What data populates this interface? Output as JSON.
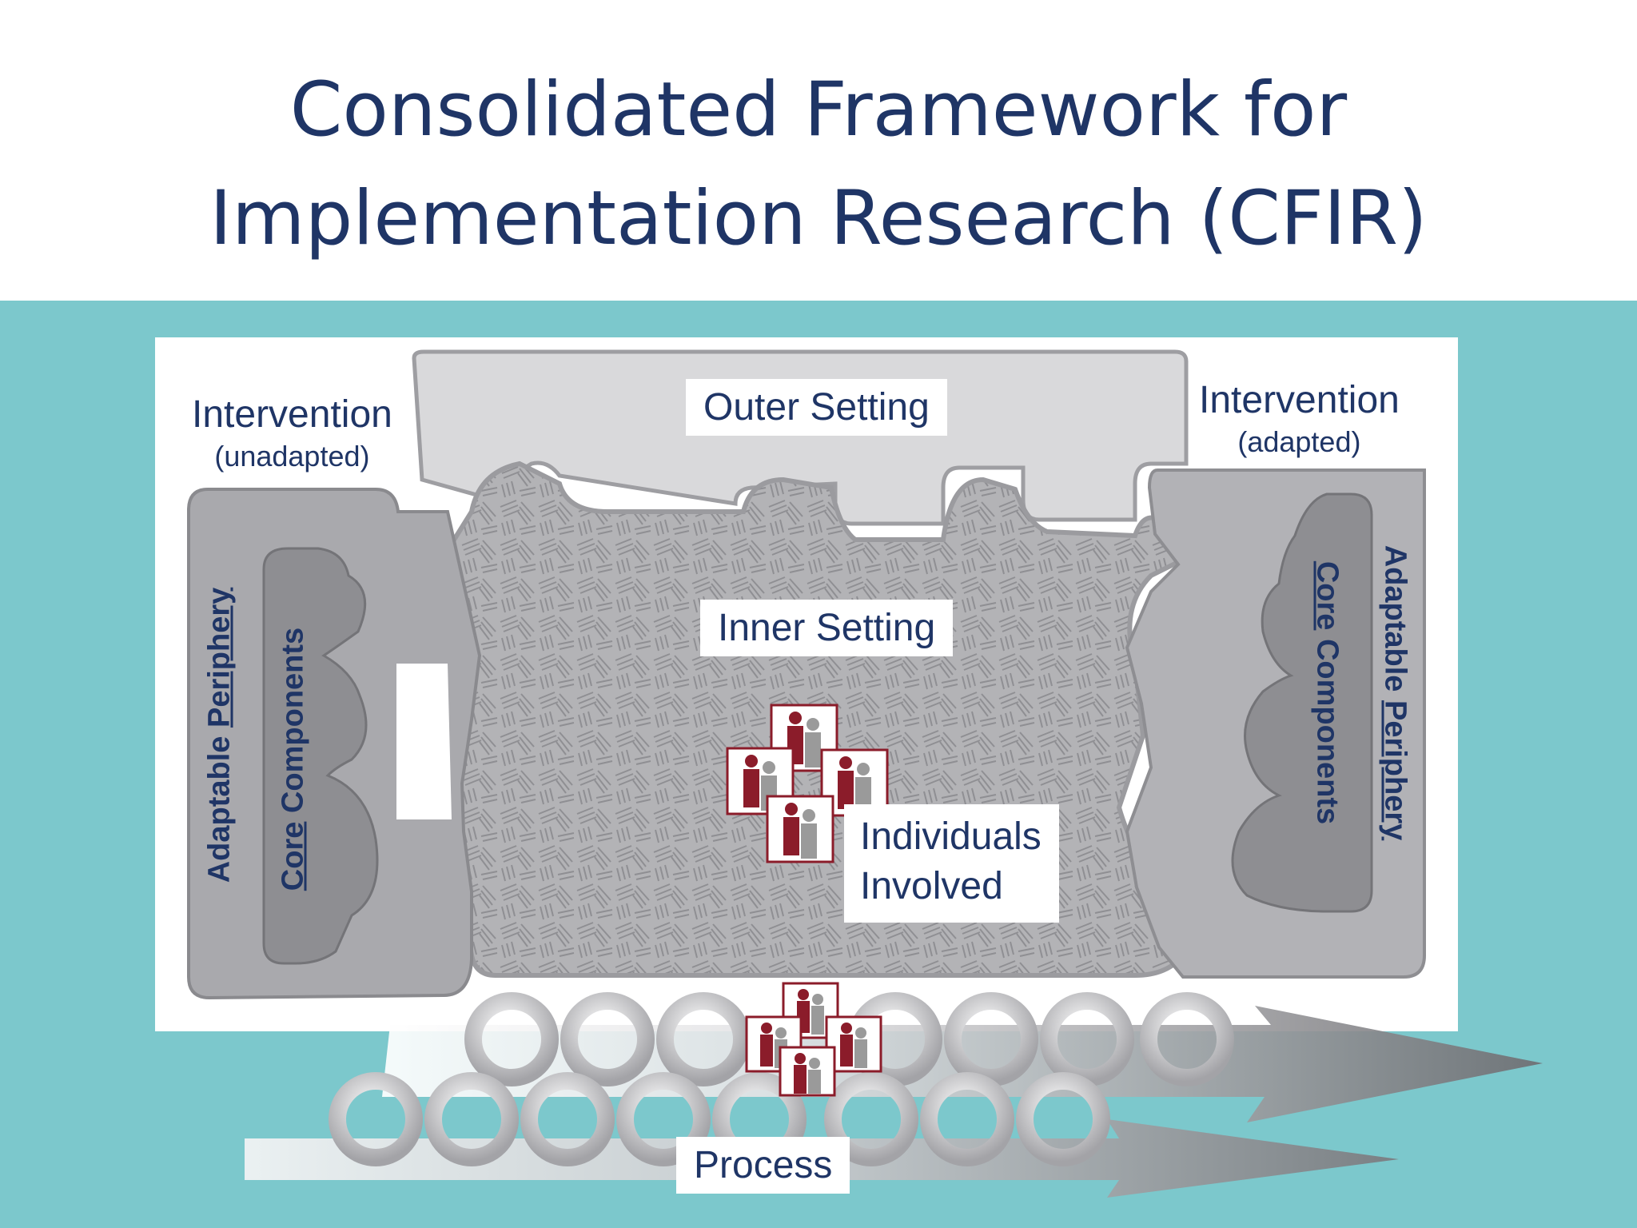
{
  "title": {
    "line1": "Consolidated Framework for",
    "line2": "Implementation Research (CFIR)"
  },
  "domains": {
    "outer_setting": "Outer Setting",
    "inner_setting": "Inner Setting",
    "individuals": {
      "line1": "Individuals",
      "line2": "Involved"
    },
    "process": "Process"
  },
  "intervention_left": {
    "title": "Intervention",
    "subtitle": "(unadapted)",
    "adaptable": "Adaptable",
    "periphery": "Periphery",
    "core": "Core",
    "components": "Components"
  },
  "intervention_right": {
    "title": "Intervention",
    "subtitle": "(adapted)",
    "adaptable": "Adaptable",
    "periphery": "Periphery",
    "core": "Core",
    "components": "Components"
  },
  "colors": {
    "title": "#1f3566",
    "band": "#7cc8cc",
    "person_dark": "#8b1c2a",
    "person_light": "#9a9a9a",
    "shape_gray": "#a9a9ad"
  }
}
